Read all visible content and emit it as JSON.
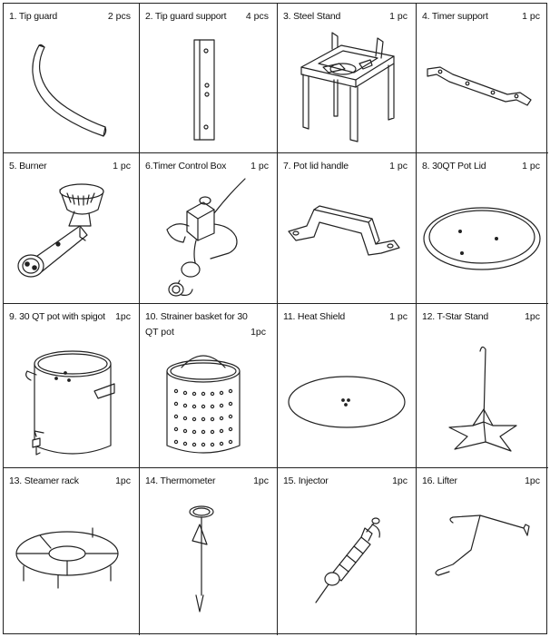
{
  "parts": [
    {
      "label": "1. Tip guard",
      "qty": "2 pcs",
      "icon": "tip-guard"
    },
    {
      "label": "2. Tip guard support",
      "qty": "4 pcs",
      "icon": "tip-guard-support"
    },
    {
      "label": "3. Steel Stand",
      "qty": "1 pc",
      "icon": "steel-stand"
    },
    {
      "label": "4. Timer support",
      "qty": "1 pc",
      "icon": "timer-support"
    },
    {
      "label": "5. Burner",
      "qty": "1 pc",
      "icon": "burner"
    },
    {
      "label": "6.Timer Control Box",
      "qty": "1 pc",
      "icon": "timer-control-box"
    },
    {
      "label": "7. Pot lid handle",
      "qty": "1 pc",
      "icon": "pot-lid-handle"
    },
    {
      "label": "8. 30QT Pot Lid",
      "qty": "1 pc",
      "icon": "pot-lid"
    },
    {
      "label": "9. 30 QT pot with spigot",
      "qty": "1pc",
      "icon": "pot-with-spigot"
    },
    {
      "label": "10. Strainer basket for 30",
      "label_line2": "QT pot",
      "qty": "1pc",
      "icon": "strainer-basket"
    },
    {
      "label": "11. Heat Shield",
      "qty": "1 pc",
      "icon": "heat-shield"
    },
    {
      "label": "12. T-Star Stand",
      "qty": "1pc",
      "icon": "t-star-stand"
    },
    {
      "label": "13. Steamer rack",
      "qty": "1pc",
      "icon": "steamer-rack"
    },
    {
      "label": "14. Thermometer",
      "qty": "1pc",
      "icon": "thermometer"
    },
    {
      "label": "15. Injector",
      "qty": "1pc",
      "icon": "injector"
    },
    {
      "label": "16. Lifter",
      "qty": "1pc",
      "icon": "lifter"
    }
  ]
}
